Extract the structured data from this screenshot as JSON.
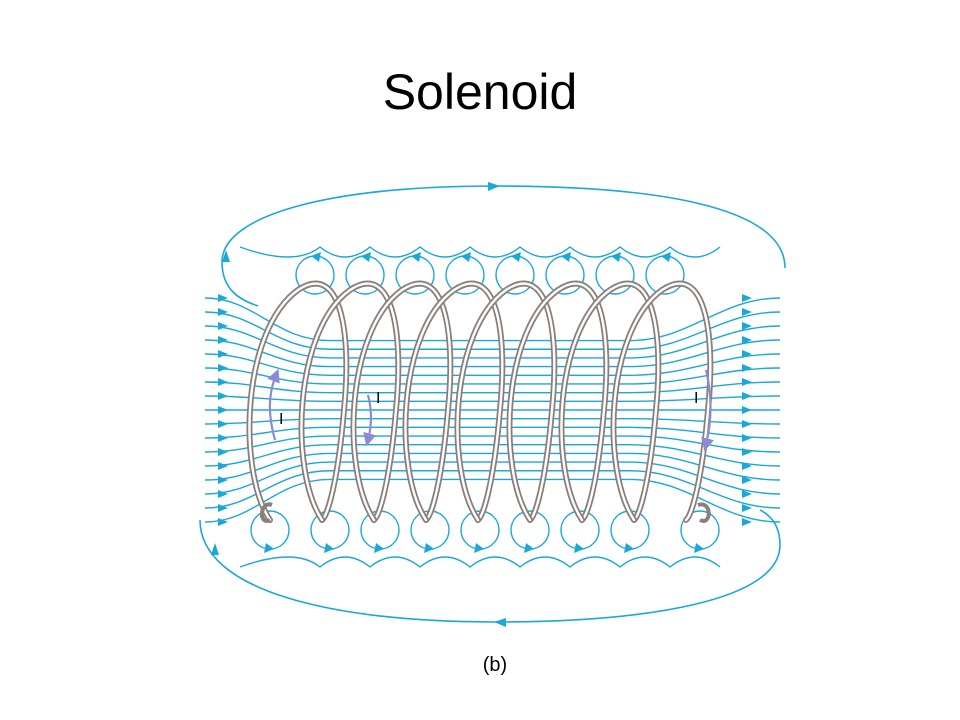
{
  "slide": {
    "title": "Solenoid"
  },
  "figure": {
    "caption": "(b)",
    "current_label": "I",
    "colors": {
      "field_line": "#1aa8d8",
      "wire_outer": "#8a7f7a",
      "wire_inner": "#ffffff",
      "current_arrow": "#8c8ad4"
    },
    "icons": {
      "field_arrow": "arrowhead-icon",
      "current_arrow": "curved-arrow-icon"
    },
    "turns": 9
  }
}
